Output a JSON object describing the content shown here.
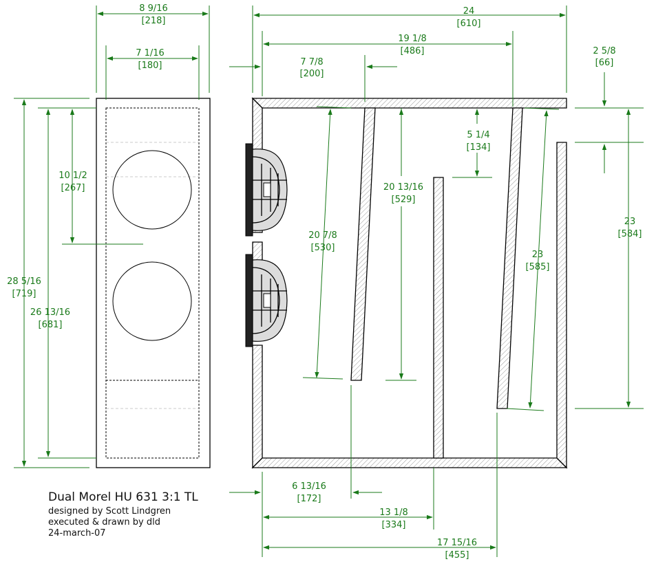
{
  "title": "Dual Morel HU 631 3:1 TL",
  "credits": [
    "designed by Scott Lindgren",
    "executed & drawn by dld",
    "24-march-07"
  ],
  "dimensions": {
    "front_outer_width": {
      "in": "8 9/16",
      "mm": "[218]"
    },
    "front_inner_width": {
      "in": "7 1/16",
      "mm": "[180]"
    },
    "front_outer_height": {
      "in": "28 5/16",
      "mm": "[719]"
    },
    "front_inner_height": {
      "in": "26 13/16",
      "mm": "[681]"
    },
    "driver_center_offset": {
      "in": "10 1/2",
      "mm": "[267]"
    },
    "side_outer_width": {
      "in": "24",
      "mm": "[610]"
    },
    "top_divider_span": {
      "in": "19 1/8",
      "mm": "[486]"
    },
    "first_divider_offset": {
      "in": "7 7/8",
      "mm": "[200]"
    },
    "terminus_gap": {
      "in": "2 5/8",
      "mm": "[66]"
    },
    "middle_divider_gap": {
      "in": "5 1/4",
      "mm": "[134]"
    },
    "first_divider_length": {
      "in": "20 7/8",
      "mm": "[530]"
    },
    "middle_divider_length": {
      "in": "20 13/16",
      "mm": "[529]"
    },
    "second_divider_length": {
      "in": "23",
      "mm": "[585]"
    },
    "right_wall_height": {
      "in": "23",
      "mm": "[584]"
    },
    "bottom_first_offset": {
      "in": "6 13/16",
      "mm": "[172]"
    },
    "bottom_middle_offset": {
      "in": "13 1/8",
      "mm": "[334]"
    },
    "bottom_second_offset": {
      "in": "17 15/16",
      "mm": "[455]"
    }
  }
}
